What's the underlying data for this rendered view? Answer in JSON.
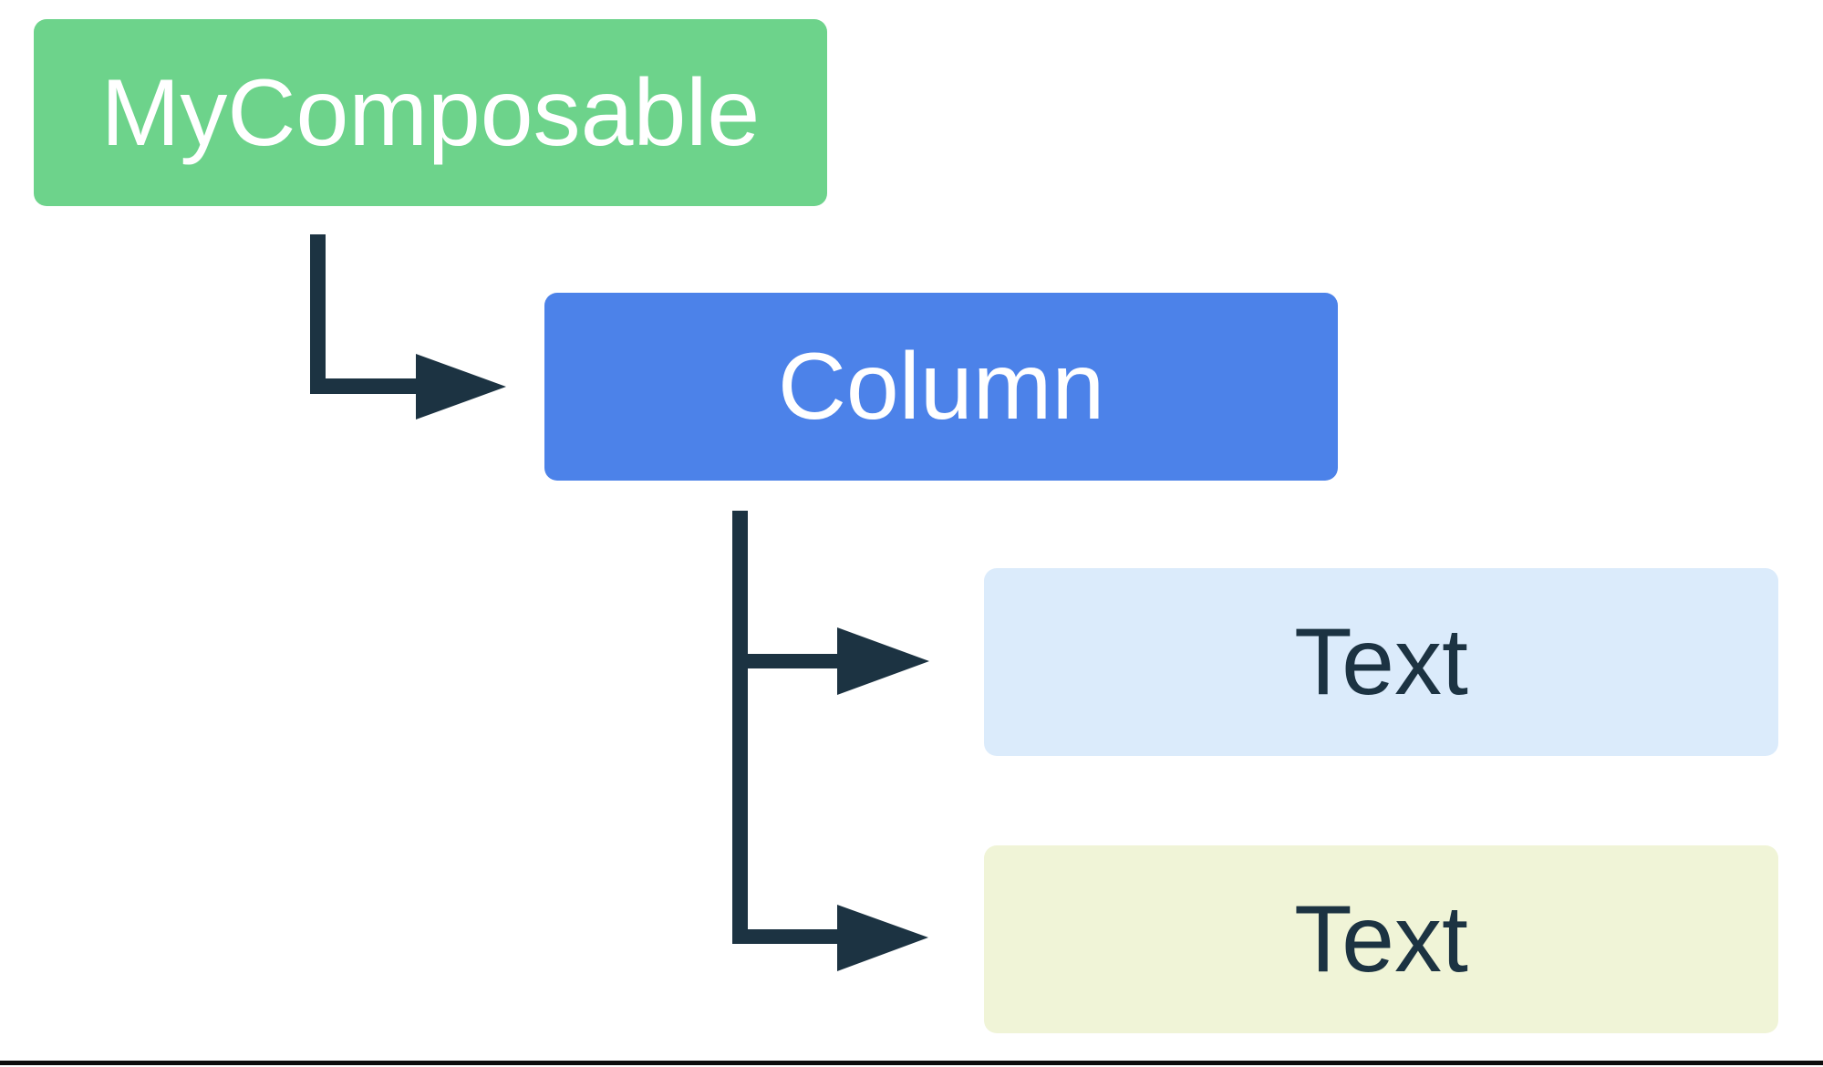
{
  "diagram": {
    "background_color": "#FFFFFF",
    "connector_color": "#1C3342",
    "bottom_rule_color": "#0D0D0D",
    "nodes": [
      {
        "id": "my-composable",
        "label": "MyComposable",
        "bg": "#6DD38B",
        "fg": "#FFFFFF"
      },
      {
        "id": "column",
        "label": "Column",
        "bg": "#4C82E9",
        "fg": "#FFFFFF"
      },
      {
        "id": "text-1",
        "label": "Text",
        "bg": "#DBEBFB",
        "fg": "#1C3342"
      },
      {
        "id": "text-2",
        "label": "Text",
        "bg": "#F0F4D7",
        "fg": "#1C3342"
      }
    ],
    "edges": [
      {
        "from": "my-composable",
        "to": "column"
      },
      {
        "from": "column",
        "to": "text-1"
      },
      {
        "from": "column",
        "to": "text-2"
      }
    ]
  }
}
